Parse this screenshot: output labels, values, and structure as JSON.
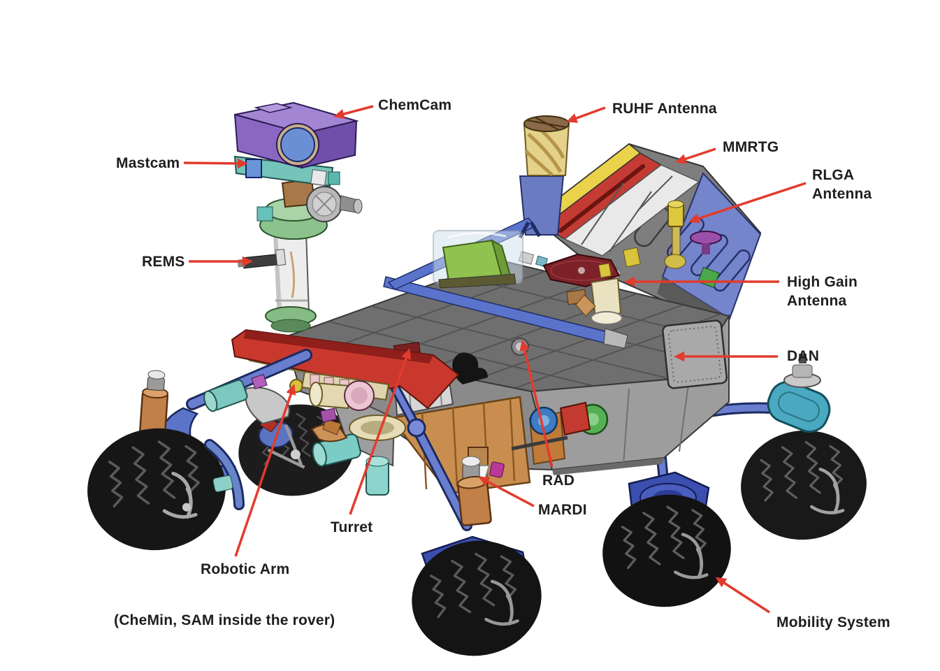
{
  "figure": {
    "type": "labeled-diagram",
    "subject": "Curiosity Mars rover science payload and subsystems",
    "background_color": "#ffffff",
    "label_color": "#1f1d1e",
    "arrow_color": "#e23b2e",
    "labels": [
      {
        "id": "chemcam",
        "text": "ChemCam"
      },
      {
        "id": "ruhf-antenna",
        "text": "RUHF Antenna"
      },
      {
        "id": "mmrtg",
        "text": "MMRTG"
      },
      {
        "id": "rlga-antenna",
        "text": "RLGA\nAntenna"
      },
      {
        "id": "mastcam",
        "text": "Mastcam"
      },
      {
        "id": "rems",
        "text": "REMS"
      },
      {
        "id": "high-gain-antenna",
        "text": "High Gain\nAntenna"
      },
      {
        "id": "dan",
        "text": "DAN"
      },
      {
        "id": "rad",
        "text": "RAD"
      },
      {
        "id": "mardi",
        "text": "MARDI"
      },
      {
        "id": "turret",
        "text": "Turret"
      },
      {
        "id": "robotic-arm",
        "text": "Robotic Arm"
      },
      {
        "id": "mobility-system",
        "text": "Mobility System"
      }
    ],
    "note": "(CheMin, SAM inside the rover)"
  }
}
